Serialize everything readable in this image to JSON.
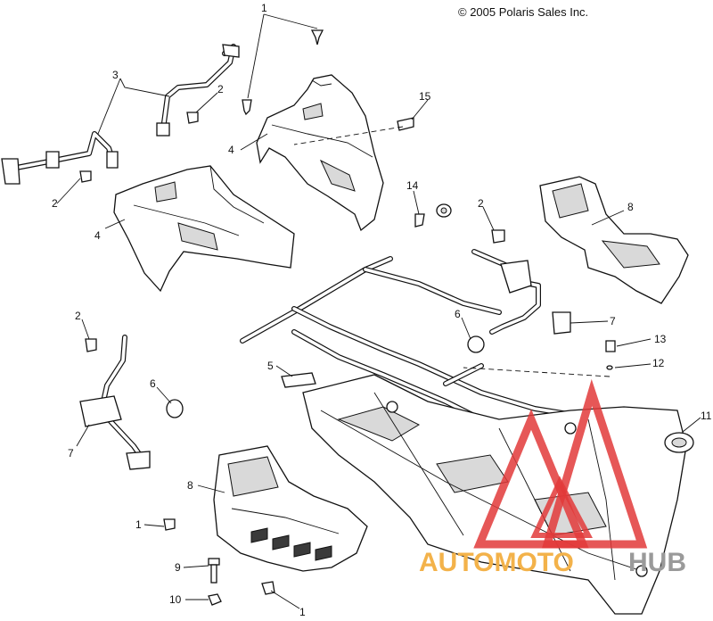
{
  "copyright": "© 2005 Polaris Sales Inc.",
  "watermark": {
    "text_a": "AUTOMOTO",
    "text_b": "HUB",
    "color_a": "#f3b24a",
    "color_b": "#9a9a9a",
    "logo_color": "#e23a3a"
  },
  "callouts": {
    "c1_top": "1",
    "c1_left": "1",
    "c1_bottom": "1",
    "c2_top": "2",
    "c2_left": "2",
    "c2_mid": "2",
    "c2_lower": "2",
    "c3": "3",
    "c4_upper": "4",
    "c4_left": "4",
    "c5": "5",
    "c6_right": "6",
    "c6_left": "6",
    "c7_right": "7",
    "c7_left": "7",
    "c8_right": "8",
    "c8_left": "8",
    "c9": "9",
    "c10": "10",
    "c11": "11",
    "c12": "12",
    "c13": "13",
    "c14": "14",
    "c15": "15"
  }
}
